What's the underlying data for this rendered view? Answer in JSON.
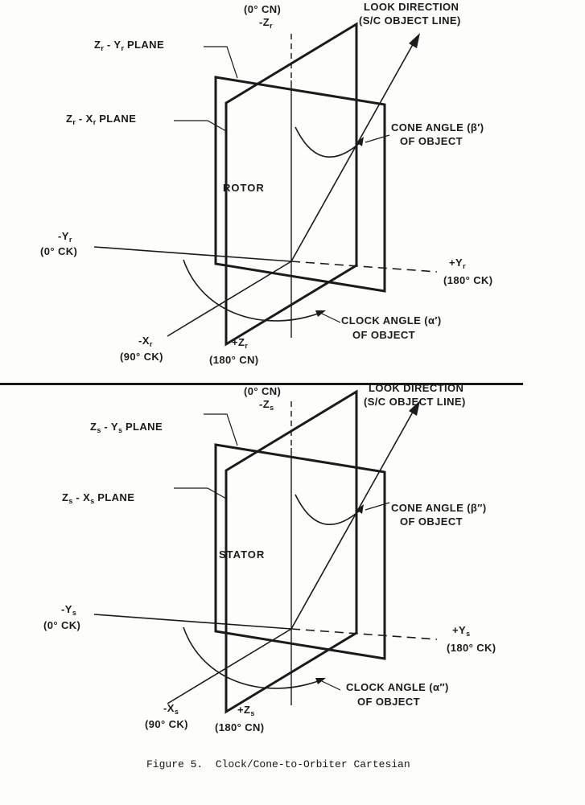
{
  "caption": "Figure 5.  Clock/Cone-to-Orbiter Cartesian",
  "diagrams": [
    {
      "title": "ROTOR",
      "z_top_note": "(0° CN)",
      "z_top": [
        {
          "t": "-Z"
        },
        {
          "t": "r",
          "sub": true
        }
      ],
      "look_line1": "LOOK DIRECTION",
      "look_line2": "(S/C OBJECT LINE)",
      "zy_plane": [
        {
          "t": "Z"
        },
        {
          "t": "r",
          "sub": true
        },
        {
          "t": " - Y"
        },
        {
          "t": "r",
          "sub": true
        },
        {
          "t": " PLANE"
        }
      ],
      "zx_plane": [
        {
          "t": "Z"
        },
        {
          "t": "r",
          "sub": true
        },
        {
          "t": " - X"
        },
        {
          "t": "r",
          "sub": true
        },
        {
          "t": " PLANE"
        }
      ],
      "cone_line1": "CONE ANGLE (β′)",
      "cone_line2": "OF OBJECT",
      "clock_line1": "CLOCK ANGLE (α′)",
      "clock_line2": "OF OBJECT",
      "y_neg": [
        {
          "t": "-Y"
        },
        {
          "t": "r",
          "sub": true
        }
      ],
      "y_neg_note": "(0° CK)",
      "y_pos": [
        {
          "t": "+Y"
        },
        {
          "t": "r",
          "sub": true
        }
      ],
      "y_pos_note": "(180° CK)",
      "x_neg": [
        {
          "t": "-X"
        },
        {
          "t": "r",
          "sub": true
        }
      ],
      "x_neg_note": "(90° CK)",
      "z_pos": [
        {
          "t": "+Z"
        },
        {
          "t": "r",
          "sub": true
        }
      ],
      "z_pos_note": "(180° CN)"
    },
    {
      "title": "STATOR",
      "z_top_note": "(0° CN)",
      "z_top": [
        {
          "t": "-Z"
        },
        {
          "t": "s",
          "sub": true
        }
      ],
      "look_line1": "LOOK DIRECTION",
      "look_line2": "(S/C OBJECT LINE)",
      "zy_plane": [
        {
          "t": "Z"
        },
        {
          "t": "s",
          "sub": true
        },
        {
          "t": " - Y"
        },
        {
          "t": "s",
          "sub": true
        },
        {
          "t": " PLANE"
        }
      ],
      "zx_plane": [
        {
          "t": "Z"
        },
        {
          "t": "s",
          "sub": true
        },
        {
          "t": " - X"
        },
        {
          "t": "s",
          "sub": true
        },
        {
          "t": " PLANE"
        }
      ],
      "cone_line1": "CONE ANGLE (β″)",
      "cone_line2": "OF OBJECT",
      "clock_line1": "CLOCK ANGLE (α″)",
      "clock_line2": "OF OBJECT",
      "y_neg": [
        {
          "t": "-Y"
        },
        {
          "t": "s",
          "sub": true
        }
      ],
      "y_neg_note": "(0° CK)",
      "y_pos": [
        {
          "t": "+Y"
        },
        {
          "t": "s",
          "sub": true
        }
      ],
      "y_pos_note": "(180° CK)",
      "x_neg": [
        {
          "t": "-X"
        },
        {
          "t": "s",
          "sub": true
        }
      ],
      "x_neg_note": "(90° CK)",
      "z_pos": [
        {
          "t": "+Z"
        },
        {
          "t": "s",
          "sub": true
        }
      ],
      "z_pos_note": "(180° CN)"
    }
  ],
  "ink_color": "#1b1b1b"
}
